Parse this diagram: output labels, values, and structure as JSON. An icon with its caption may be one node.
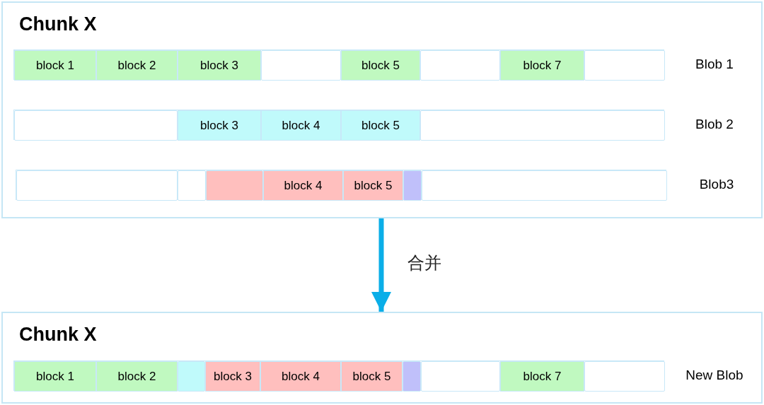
{
  "diagram": {
    "nodes": [
      {
        "text": [
          "Chunk X"
        ]
      },
      {
        "text": [],
        "shape": "bar",
        "in": 0,
        "beside": [
          "Blob 1"
        ]
      },
      {
        "text": [
          "block 1"
        ],
        "in": 1
      },
      {
        "text": [
          "block 2"
        ],
        "in": 1
      },
      {
        "text": [
          "block 3"
        ],
        "in": 1
      },
      {
        "text": [],
        "shape": "box",
        "in": 1
      },
      {
        "text": [
          "block 5"
        ],
        "in": 1
      },
      {
        "text": [],
        "shape": "box",
        "in": 1
      },
      {
        "text": [
          "block 7"
        ],
        "in": 1
      },
      {
        "text": [],
        "shape": "box",
        "in": 1
      },
      {
        "text": [],
        "shape": "bar",
        "in": 0,
        "beside": [
          "Blob 2"
        ]
      },
      {
        "text": [],
        "shape": "box",
        "in": 10
      },
      {
        "text": [
          "block 3"
        ],
        "in": 10
      },
      {
        "text": [
          "block 4"
        ],
        "in": 10
      },
      {
        "text": [
          "block 5"
        ],
        "in": 10
      },
      {
        "text": [],
        "shape": "box",
        "in": 10
      },
      {
        "text": [],
        "shape": "bar",
        "in": 0,
        "beside": [
          "Blob3"
        ]
      },
      {
        "text": [],
        "shape": "box",
        "in": 16
      },
      {
        "text": [],
        "shape": "box",
        "in": 16
      },
      {
        "text": [],
        "shape": "box",
        "in": 16
      },
      {
        "text": [
          "block 4"
        ],
        "in": 16
      },
      {
        "text": [
          "block 5"
        ],
        "in": 16
      },
      {
        "text": [],
        "shape": "box",
        "in": 16
      },
      {
        "text": [],
        "shape": "box",
        "in": 16
      },
      {
        "text": [
          "Chunk X"
        ]
      },
      {
        "text": [],
        "shape": "bar",
        "in": 24,
        "beside": [
          "New Blob"
        ]
      },
      {
        "text": [
          "block 1"
        ],
        "in": 25
      },
      {
        "text": [
          "block 2"
        ],
        "in": 25
      },
      {
        "text": [],
        "shape": "box",
        "in": 25
      },
      {
        "text": [
          "block 3"
        ],
        "in": 25
      },
      {
        "text": [
          "block 4"
        ],
        "in": 25
      },
      {
        "text": [
          "block 5"
        ],
        "in": 25
      },
      {
        "text": [],
        "shape": "box",
        "in": 25
      },
      {
        "text": [],
        "shape": "box",
        "in": 25
      },
      {
        "text": [
          "block 7"
        ],
        "in": 25
      },
      {
        "text": [],
        "shape": "box",
        "in": 25
      }
    ],
    "edges": [
      {
        "from": 0,
        "to": 24,
        "arrow": "to",
        "label": "合并",
        "color": "#0aaee8"
      }
    ]
  }
}
